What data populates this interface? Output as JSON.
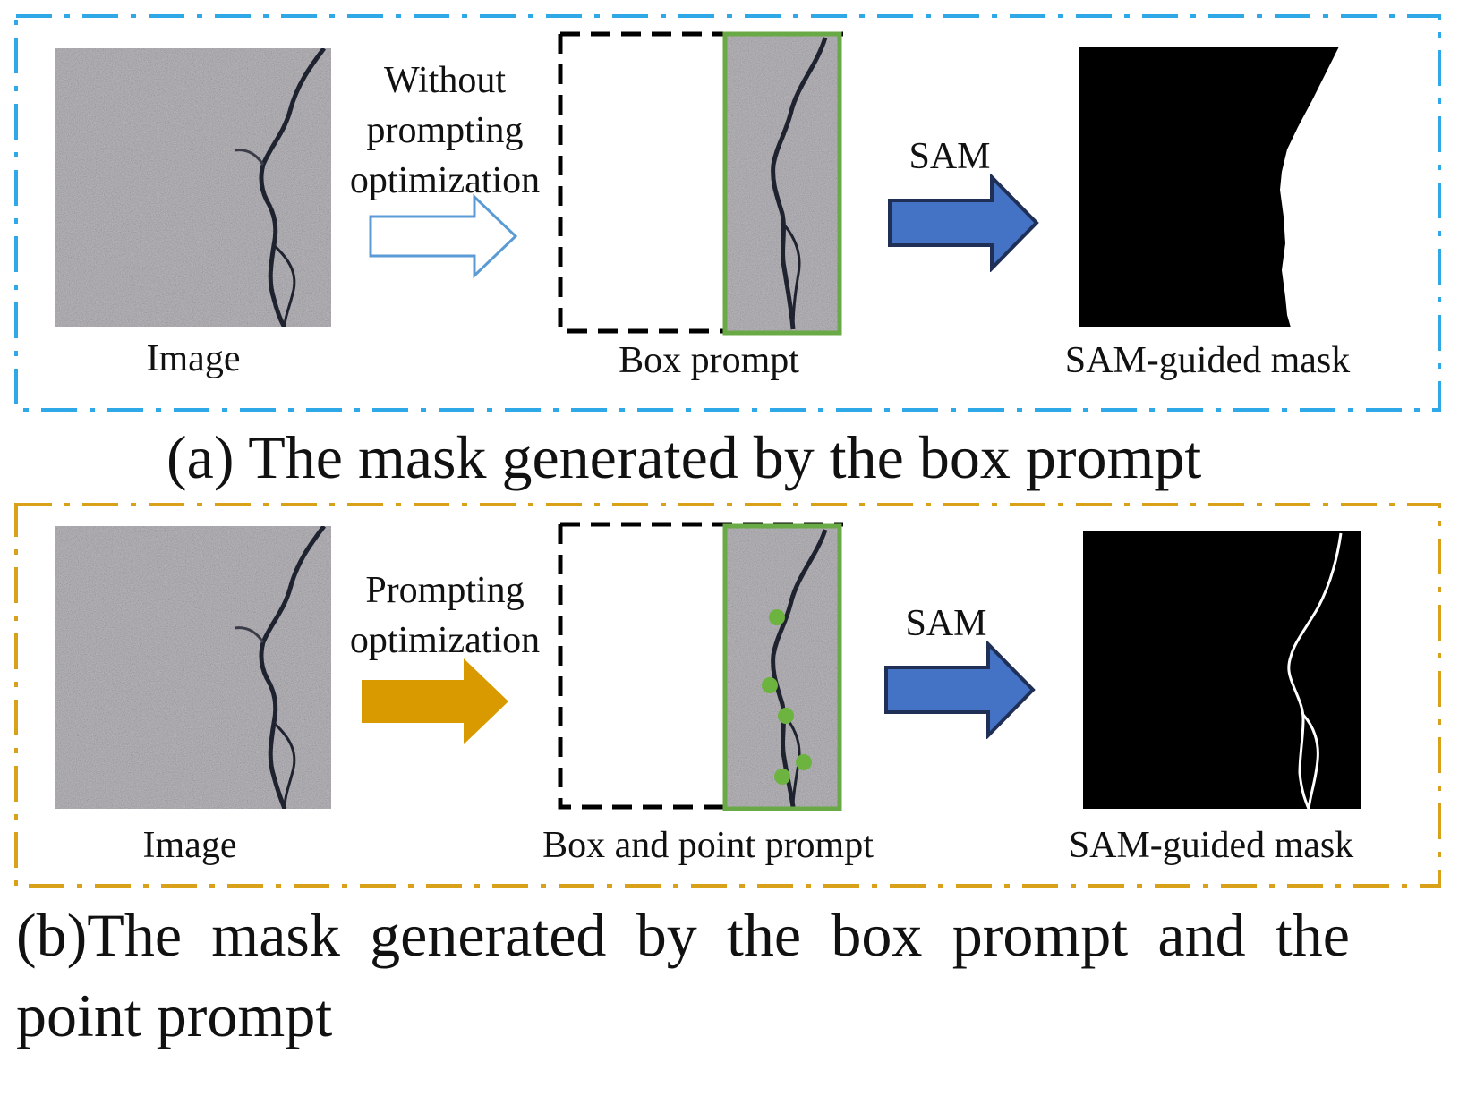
{
  "panel_a": {
    "image_label": "Image",
    "step_text_line1": "Without",
    "step_text_line2": "prompting",
    "step_text_line3": "optimization",
    "prompt_label": "Box prompt",
    "sam_label": "SAM",
    "mask_label": "SAM-guided mask",
    "frame_color": "#2fa8e8",
    "arrow_style": "outline",
    "arrow_color": "#5b9bd5"
  },
  "caption_a": "(a) The mask generated by the box prompt",
  "panel_b": {
    "image_label": "Image",
    "step_text_line1": "Prompting",
    "step_text_line2": "optimization",
    "prompt_label": "Box and point prompt",
    "sam_label": "SAM",
    "mask_label": "SAM-guided mask",
    "frame_color": "#d9a01a",
    "arrow_style": "filled",
    "arrow_color": "#d99a00",
    "point_prompt_count": 5,
    "point_color": "#6db33f"
  },
  "caption_b": "(b)The mask generated by the box prompt and the point prompt",
  "colors": {
    "sam_arrow_fill": "#4472c4",
    "sam_arrow_stroke": "#1f2f56",
    "box_border": "#6aaa46",
    "mask_bg": "#000000",
    "mask_fg": "#ffffff"
  }
}
